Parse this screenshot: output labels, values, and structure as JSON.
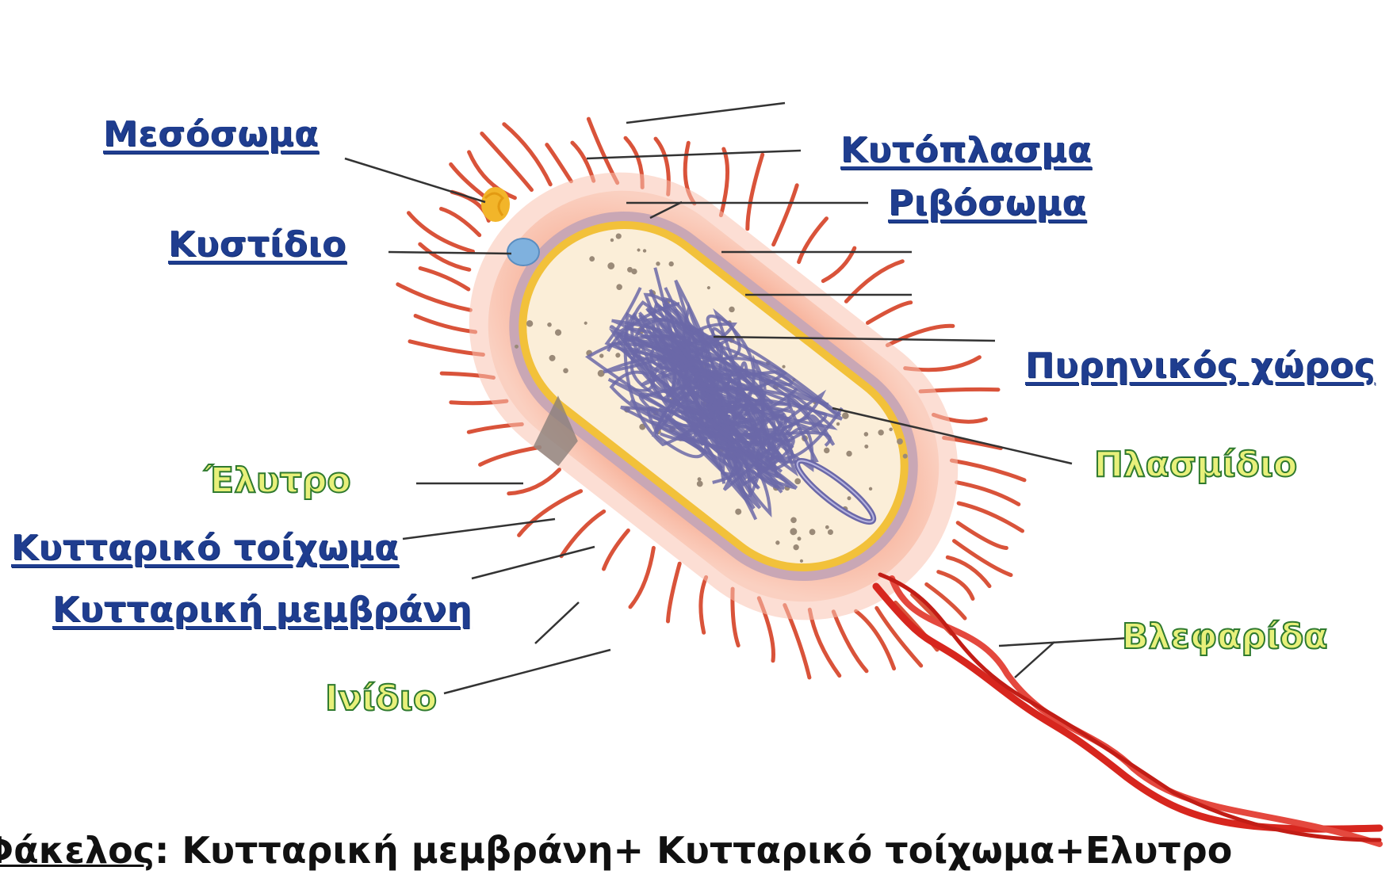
{
  "labels": {
    "mesosoma": "Μεσόσωμα",
    "kystidio": "Κυστίδιο",
    "kytoplasma": "Κυτόπλασμα",
    "rivosoma": "Ριβόσωμα",
    "pyrinikos_choros": "Πυρηνικός χώρος",
    "plasmidio": "Πλασμίδιο",
    "elytro": "Έλυτρο",
    "kyttariko_toichoma": "Κυτταρικό τοίχωμα",
    "kyttariki_membrani": "Κυτταρική μεμβράνη",
    "vlefarida": "Βλεφαρίδα",
    "inidio": "Ινίδιο"
  },
  "footer": {
    "term": "Φάκελος",
    "definition": ": Κυτταρική μεμβράνη+ Κυτταρικό τοίχωμα+Ελυτρο"
  },
  "colors": {
    "label_blue": "#1f3d8f",
    "label_green_fill": "#e8f07a",
    "label_green_stroke": "#2f7a2f",
    "capsule": "#f7a98f",
    "pili": "#d9533a",
    "flagellum": "#d7261e",
    "membrane_yellow": "#f2c13a",
    "cytoplasm": "#fbeed8",
    "dna": "#6b68a8"
  }
}
